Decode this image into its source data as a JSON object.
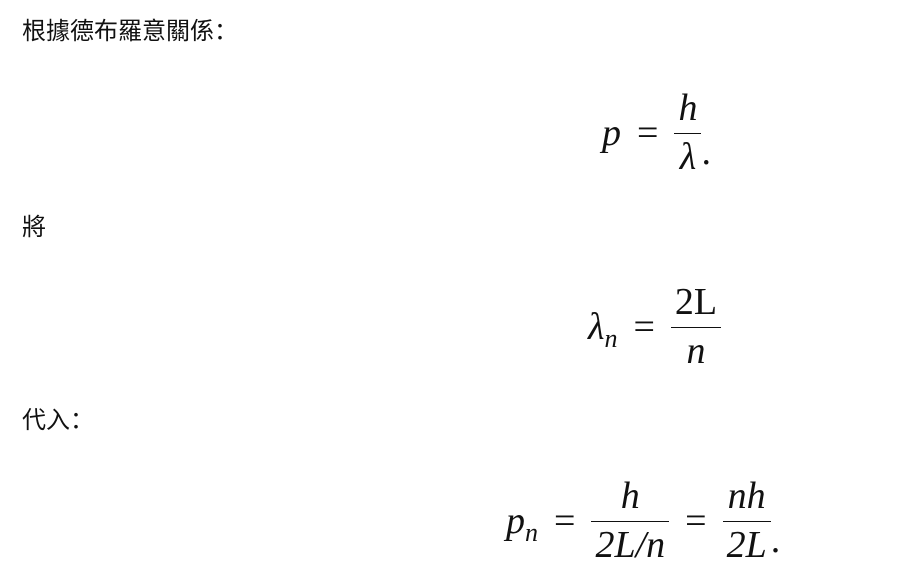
{
  "paragraphs": {
    "p1": "根據德布羅意關係：",
    "p2": "將",
    "p3": "代入："
  },
  "eq1": {
    "lhs": "p",
    "equals": "=",
    "num": "h",
    "den": "λ",
    "end": "."
  },
  "eq2": {
    "lhs": "λ",
    "lhs_sub": "n",
    "equals": "=",
    "num": "2L",
    "den": "n"
  },
  "eq3": {
    "lhs": "p",
    "lhs_sub": "n",
    "equals1": "=",
    "frac1_num": "h",
    "frac1_den": "2L/n",
    "equals2": "=",
    "frac2_num": "nh",
    "frac2_den": "2L",
    "end": "."
  }
}
